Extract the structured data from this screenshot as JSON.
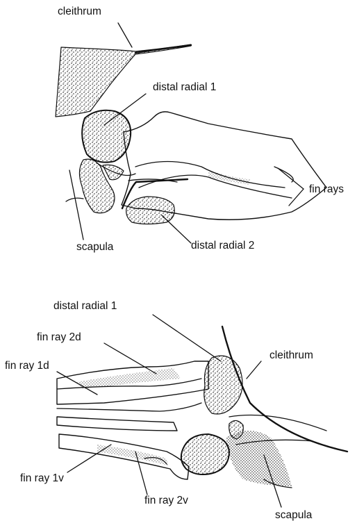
{
  "top_figure": {
    "labels": {
      "cleithrum": "cleithrum",
      "distal_radial_1": "distal radial 1",
      "fin_rays": "fin rays",
      "scapula": "scapula",
      "distal_radial_2": "distal radial 2"
    }
  },
  "bottom_figure": {
    "labels": {
      "distal_radial_1": "distal radial 1",
      "fin_ray_2d": "fin ray 2d",
      "fin_ray_1d": "fin ray 1d",
      "cleithrum": "cleithrum",
      "fin_ray_1v": "fin ray 1v",
      "fin_ray_2v": "fin ray 2v",
      "scapula": "scapula"
    }
  }
}
